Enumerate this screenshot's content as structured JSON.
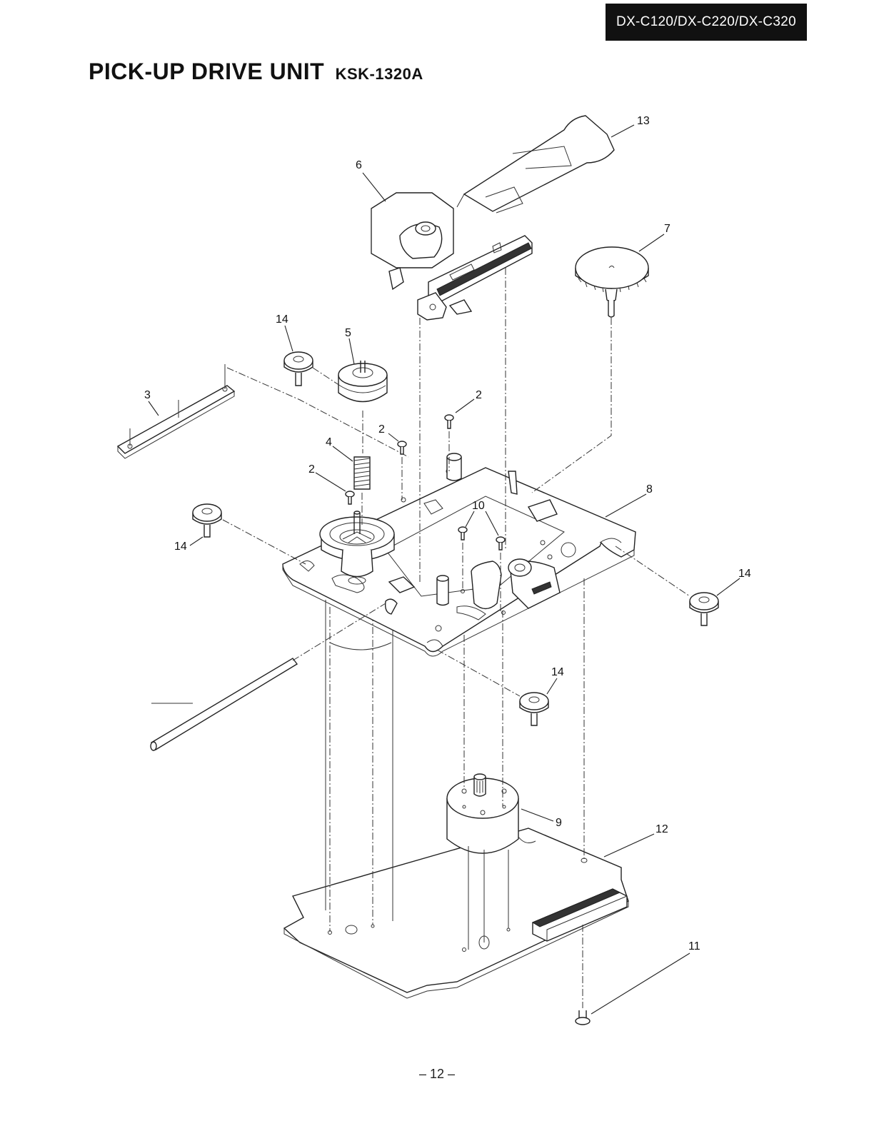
{
  "header": {
    "model": "DX-C120/DX-C220/DX-C320"
  },
  "title": {
    "main": "PICK-UP DRIVE UNIT",
    "code": "KSK-1320A"
  },
  "footer": {
    "page": "– 12 –"
  },
  "labels": [
    {
      "id": "13",
      "text": "13"
    },
    {
      "id": "6",
      "text": "6"
    },
    {
      "id": "7",
      "text": "7"
    },
    {
      "id": "14a",
      "text": "14"
    },
    {
      "id": "5",
      "text": "5"
    },
    {
      "id": "3",
      "text": "3"
    },
    {
      "id": "2a",
      "text": "2"
    },
    {
      "id": "2b",
      "text": "2"
    },
    {
      "id": "4",
      "text": "4"
    },
    {
      "id": "2c",
      "text": "2"
    },
    {
      "id": "8",
      "text": "8"
    },
    {
      "id": "10",
      "text": "10"
    },
    {
      "id": "14b",
      "text": "14"
    },
    {
      "id": "14c",
      "text": "14"
    },
    {
      "id": "14d",
      "text": "14"
    },
    {
      "id": "9",
      "text": "9"
    },
    {
      "id": "12",
      "text": "12"
    },
    {
      "id": "11",
      "text": "11"
    }
  ]
}
